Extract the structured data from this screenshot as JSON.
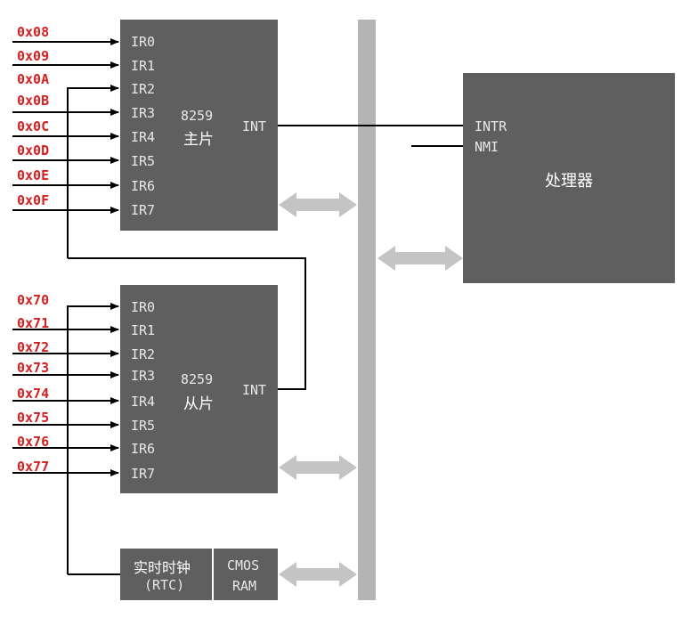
{
  "master": {
    "chip": "8259",
    "name": "主片",
    "int_label": "INT",
    "pins": [
      "IR0",
      "IR1",
      "IR2",
      "IR3",
      "IR4",
      "IR5",
      "IR6",
      "IR7"
    ],
    "vectors": [
      "0x08",
      "0x09",
      "0x0A",
      "0x0B",
      "0x0C",
      "0x0D",
      "0x0E",
      "0x0F"
    ]
  },
  "slave": {
    "chip": "8259",
    "name": "从片",
    "int_label": "INT",
    "pins": [
      "IR0",
      "IR1",
      "IR2",
      "IR3",
      "IR4",
      "IR5",
      "IR6",
      "IR7"
    ],
    "vectors": [
      "0x70",
      "0x71",
      "0x72",
      "0x73",
      "0x74",
      "0x75",
      "0x76",
      "0x77"
    ]
  },
  "processor": {
    "name": "处理器",
    "intr": "INTR",
    "nmi": "NMI"
  },
  "rtc": {
    "name": "实时时钟",
    "abbr": "(RTC)",
    "cmos": "CMOS",
    "ram": "RAM"
  },
  "colors": {
    "box": "#5f5f5f",
    "bus": "#b4b4b4",
    "arrow": "#c4c4c4",
    "vector": "#d42020"
  }
}
